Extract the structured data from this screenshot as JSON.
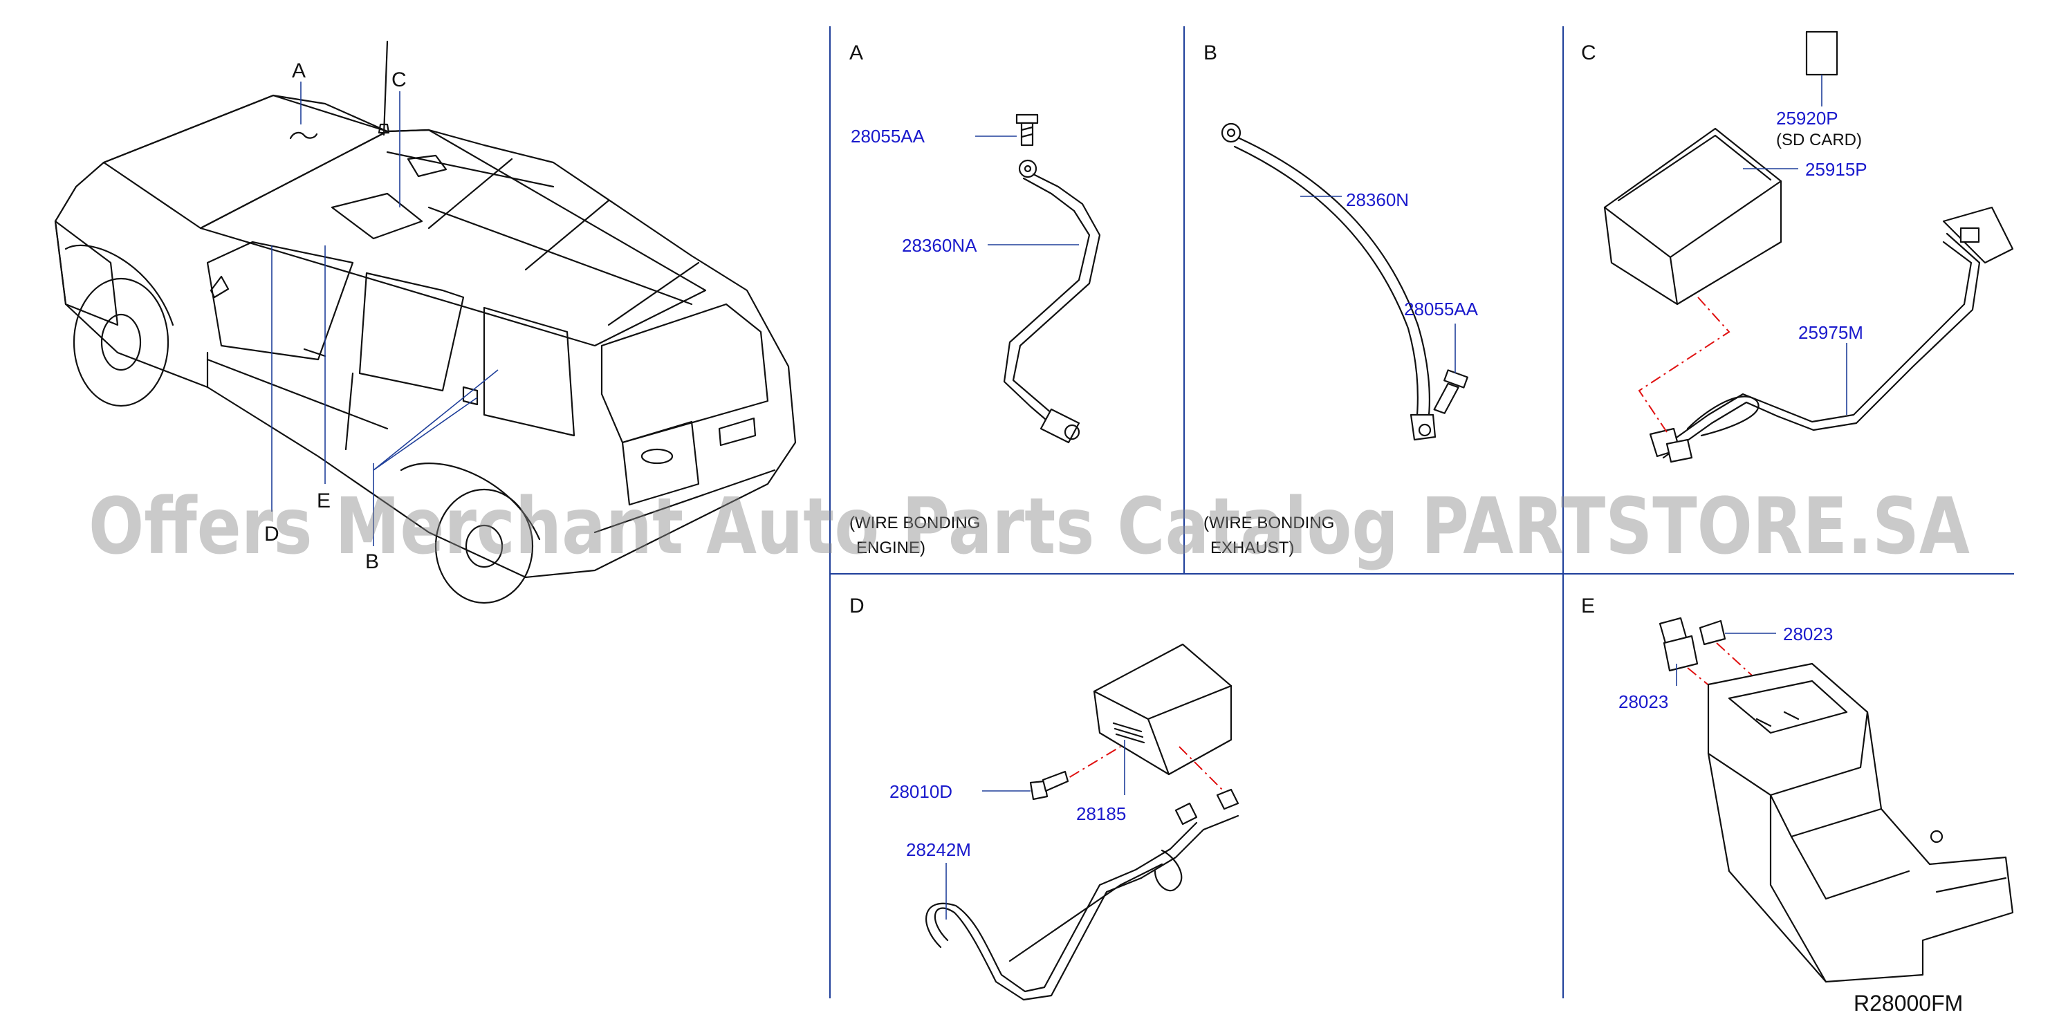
{
  "overview": {
    "callouts": [
      "A",
      "C",
      "E",
      "D",
      "B"
    ]
  },
  "sections": {
    "A": {
      "letter": "A",
      "parts": [
        "28055AA",
        "28360NA"
      ],
      "note": [
        "(WIRE BONDING",
        "ENGINE)"
      ]
    },
    "B": {
      "letter": "B",
      "parts": [
        "28360N",
        "28055AA"
      ],
      "note": [
        "(WIRE BONDING",
        "EXHAUST)"
      ]
    },
    "C": {
      "letter": "C",
      "parts": [
        "25920P",
        "25915P",
        "25975M"
      ],
      "sub_label": "(SD   CARD)"
    },
    "D": {
      "letter": "D",
      "parts": [
        "28010D",
        "28185",
        "28242M"
      ]
    },
    "E": {
      "letter": "E",
      "parts": [
        "28023",
        "28023"
      ]
    }
  },
  "reference_code": "R28000FM",
  "watermark": "Offers Merchant Auto Parts Catalog PARTSTORE.SA",
  "colors": {
    "part_number": "#1a1acc",
    "divider": "#1f3f9a",
    "dashed_guide": "#e01010"
  }
}
